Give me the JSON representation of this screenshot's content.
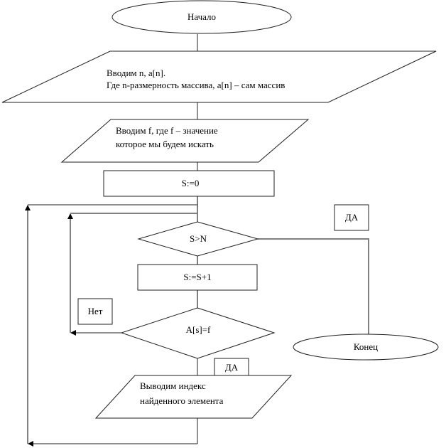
{
  "diagram": {
    "type": "flowchart",
    "nodes": {
      "start": {
        "kind": "terminator",
        "text": "Начало"
      },
      "input_array": {
        "kind": "io",
        "lines": [
          "Вводим n, a[n].",
          "Где n-размерность массива, a[n] – сам массив"
        ]
      },
      "input_f": {
        "kind": "io",
        "lines": [
          "Вводим f, где f – значение",
          "которое мы будем искать"
        ]
      },
      "init_s": {
        "kind": "process",
        "text": "S:=0"
      },
      "check_s_gt_n": {
        "kind": "decision",
        "text": "S>N"
      },
      "increment_s": {
        "kind": "process",
        "text": "S:=S+1"
      },
      "check_match": {
        "kind": "decision",
        "text": "A[s]=f"
      },
      "output_index": {
        "kind": "io",
        "lines": [
          "Выводим индекс",
          "найденного элемента"
        ]
      },
      "end": {
        "kind": "terminator",
        "text": "Конец"
      }
    },
    "edge_labels": {
      "yes_to_end": "ДА",
      "no_loop": "Нет",
      "yes_to_output": "ДА"
    },
    "edges": [
      {
        "from": "start",
        "to": "input_array"
      },
      {
        "from": "input_array",
        "to": "input_f"
      },
      {
        "from": "input_f",
        "to": "init_s"
      },
      {
        "from": "init_s",
        "to": "check_s_gt_n"
      },
      {
        "from": "check_s_gt_n",
        "to": "end",
        "label": "ДА"
      },
      {
        "from": "check_s_gt_n",
        "to": "increment_s"
      },
      {
        "from": "increment_s",
        "to": "check_match"
      },
      {
        "from": "check_match",
        "to": "check_s_gt_n",
        "label": "Нет"
      },
      {
        "from": "check_match",
        "to": "output_index",
        "label": "ДА"
      },
      {
        "from": "output_index",
        "to": "check_s_gt_n"
      }
    ]
  }
}
